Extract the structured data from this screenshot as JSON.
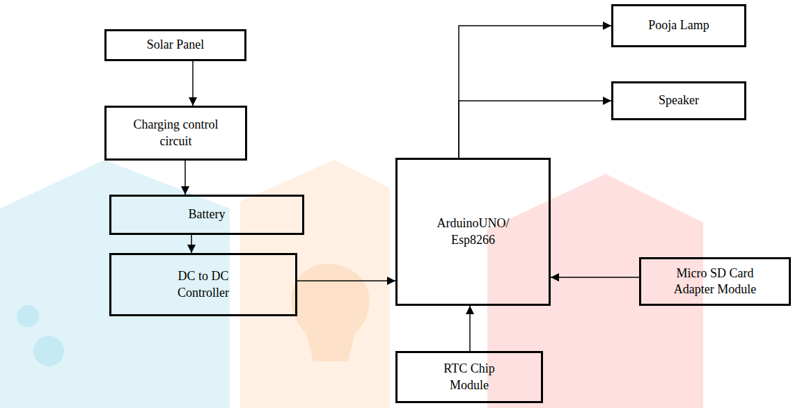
{
  "diagram": {
    "nodes": [
      {
        "text": [
          "Solar Panel"
        ]
      },
      {
        "text": [
          "Charging control circuit"
        ]
      },
      {
        "text": [
          "Battery"
        ]
      },
      {
        "text": [
          "DC to DC Controller"
        ]
      },
      {
        "text": [
          "Pooja Lamp"
        ]
      },
      {
        "text": [
          "Speaker"
        ]
      },
      {
        "text": [
          "ArduinoUNO/ Esp8266"
        ]
      },
      {
        "text": [
          "Micro SD Card Adapter Module"
        ]
      },
      {
        "text": [
          "RTC Chip Module"
        ]
      }
    ],
    "edges": [
      {
        "from": 0,
        "to": 1,
        "arrow": "to"
      },
      {
        "from": 1,
        "to": 2,
        "arrow": "to"
      },
      {
        "from": 2,
        "to": 3,
        "arrow": "to"
      },
      {
        "from": 3,
        "to": 6,
        "arrow": "to"
      },
      {
        "from": 6,
        "to": 4,
        "arrow": "to"
      },
      {
        "from": 6,
        "to": 5,
        "arrow": "to"
      },
      {
        "from": 7,
        "to": 6,
        "arrow": "to"
      },
      {
        "from": 8,
        "to": 6,
        "arrow": "to"
      }
    ]
  }
}
